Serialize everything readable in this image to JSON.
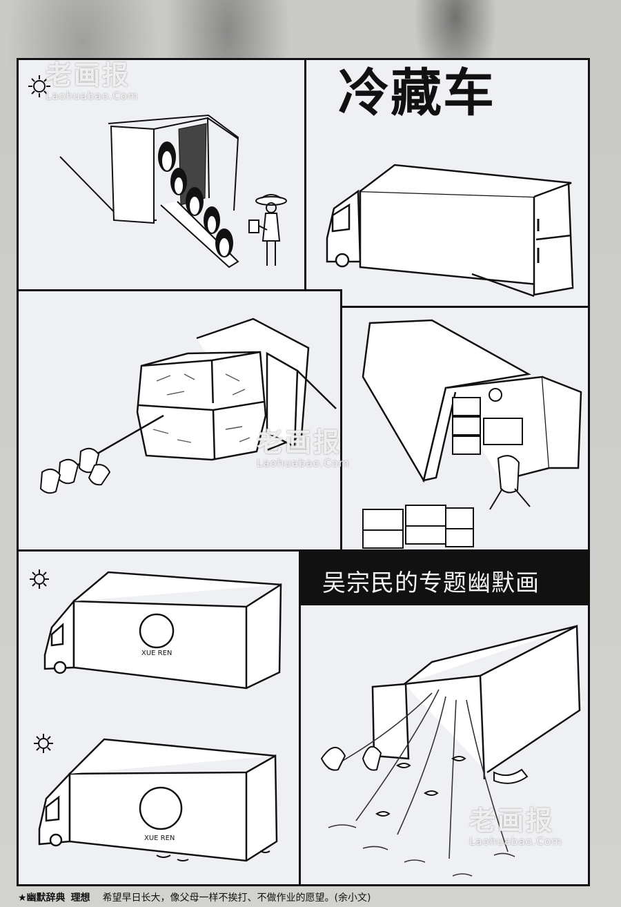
{
  "title": "冷藏车",
  "series_banner": "吴宗民的专题幽默画",
  "watermark": {
    "logo": "老画报",
    "site": "Laohuabao.Com"
  },
  "truck_badge": "XUE REN",
  "footer": {
    "tag": "★幽默辞典",
    "term": "理想",
    "definition": "希望早日长大，像父母一样不挨打、不做作业的愿望。(余小文)"
  },
  "colors": {
    "ink": "#111111",
    "panel_bg": "#eef0f3",
    "paper": "#cfcfcc"
  },
  "icons": [
    "sun-icon",
    "penguin-icon",
    "fish-icon",
    "ice-block-icon",
    "snowman-badge-icon"
  ]
}
